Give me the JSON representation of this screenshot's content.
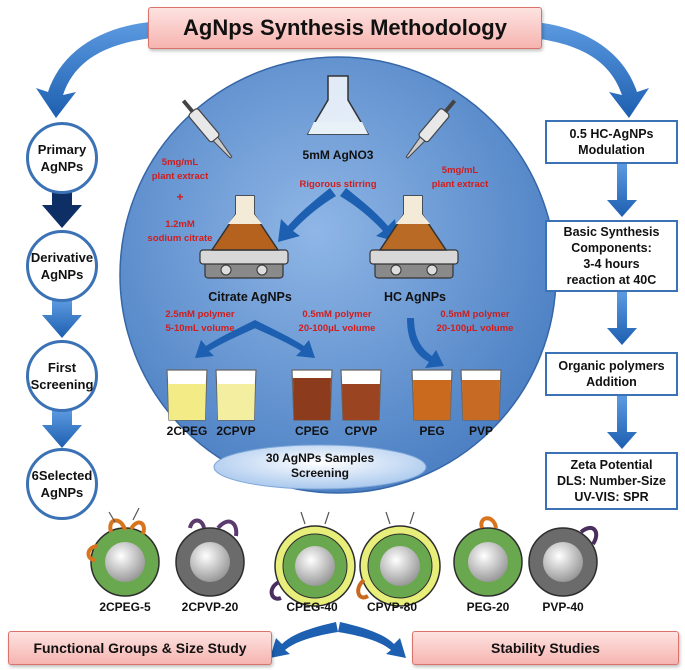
{
  "title": "AgNps Synthesis Methodology",
  "left_steps": [
    "Primary\nAgNPs",
    "Derivative\nAgNPs",
    "First\nScreening",
    "6Selected\nAgNPs"
  ],
  "right_steps": [
    "0.5 HC-AgNPs\nModulation",
    "Basic Synthesis\nComponents:\n3-4 hours\nreaction at 40C",
    "Organic polymers\nAddition",
    "Zeta Potential\nDLS: Number-Size\nUV-VIS: SPR"
  ],
  "center": {
    "agno3": "5mM AgNO3",
    "stirring": "Rigorous stirring",
    "left_reagents_1": "5mg/mL\nplant extract",
    "plus": "+",
    "left_reagents_2": "1.2mM\nsodium citrate",
    "right_reagents": "5mg/mL\nplant extract",
    "citrate_label": "Citrate AgNPs",
    "hc_label": "HC AgNPs",
    "cond_a": "2.5mM polymer\n5-10mL volume",
    "cond_b": "0.5mM polymer\n20-100μL volume",
    "cond_c": "0.5mM polymer\n20-100μL volume",
    "beakers": [
      "2CPEG",
      "2CPVP",
      "CPEG",
      "CPVP",
      "PEG",
      "PVP"
    ],
    "screening": "30 AgNPs Samples\nScreening"
  },
  "particles": [
    "2CPEG-5",
    "2CPVP-20",
    "CPEG-40",
    "CPVP-80",
    "PEG-20",
    "PVP-40"
  ],
  "bottom_left": "Functional Groups & Size Study",
  "bottom_right": "Stability Studies",
  "colors": {
    "accent": "#3b72b5",
    "sphere": "#5b8fd0",
    "red_text": "#d01d1d",
    "banner": "#f6b4b0"
  }
}
